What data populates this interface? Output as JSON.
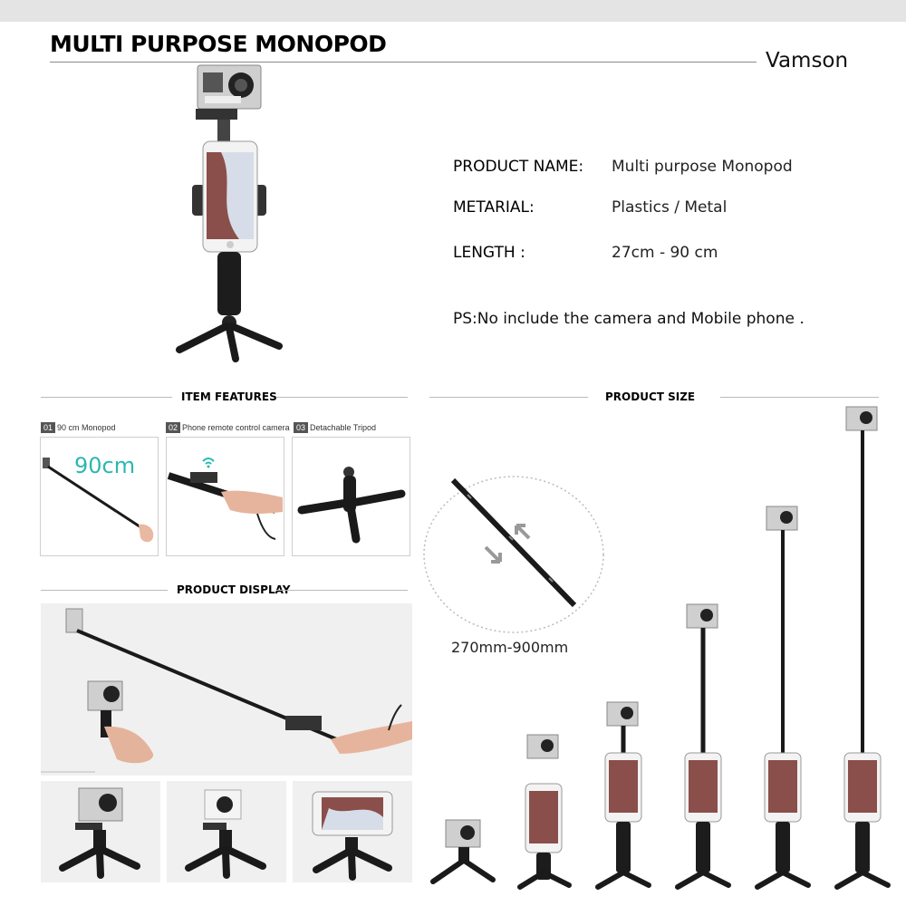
{
  "header": {
    "title": "MULTI PURPOSE MONOPOD",
    "brand": "Vamson"
  },
  "specs": [
    {
      "label": "PRODUCT NAME:",
      "value": "Multi purpose Monopod"
    },
    {
      "label": "METARIAL:",
      "value": "Plastics / Metal"
    },
    {
      "label": "LENGTH :",
      "value": "27cm - 90 cm"
    }
  ],
  "note": "PS:No include the camera and Mobile phone .",
  "sections": {
    "item_features": "ITEM FEATURES",
    "product_size": "PRODUCT SIZE",
    "product_display": "PRODUCT DISPLAY"
  },
  "features": [
    {
      "num": "01",
      "label": "90 cm Monopod"
    },
    {
      "num": "02",
      "label": "Phone remote control camera"
    },
    {
      "num": "03",
      "label": "Detachable Tripod"
    }
  ],
  "feature_callout": "90cm",
  "size_range": "270mm-900mm",
  "colors": {
    "accent": "#2bb8b0",
    "stick": "#1a1a1a",
    "divider": "#bbbbbb"
  }
}
